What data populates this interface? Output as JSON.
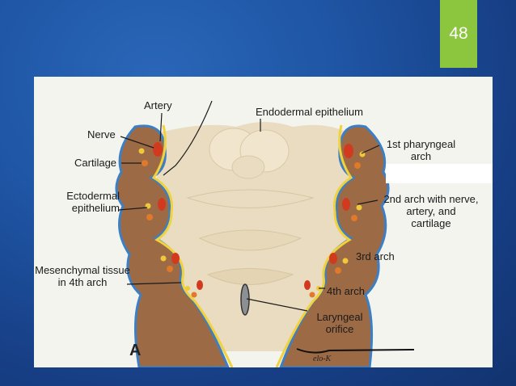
{
  "slide": {
    "page_number": "48"
  },
  "figure": {
    "panel_letter": "A",
    "signature": "elo-K",
    "labels": {
      "artery": "Artery",
      "endodermal": "Endodermal epithelium",
      "nerve": "Nerve",
      "cartilage": "Cartilage",
      "ectodermal_1": "Ectodermal",
      "ectodermal_2": "epithelium",
      "first_arch_1": "1st pharyngeal",
      "first_arch_2": "arch",
      "second_arch_1": "2nd arch with nerve,",
      "second_arch_2": "artery, and",
      "second_arch_3": "cartilage",
      "third_arch": "3rd arch",
      "mesenchymal_1": "Mesenchymal tissue",
      "mesenchymal_2": "in 4th arch",
      "fourth_arch": "4th arch",
      "laryngeal_1": "Laryngeal",
      "laryngeal_2": "orifice"
    },
    "colors": {
      "arch_tissue": "#9c6a45",
      "endoderm_line": "#f2d23a",
      "ectoderm_line": "#3d7fc4",
      "artery_dot": "#d23a20",
      "nerve_dot": "#f0c93a",
      "cartilage_dot": "#e07a2a",
      "floor": "#e9dcc0"
    }
  }
}
